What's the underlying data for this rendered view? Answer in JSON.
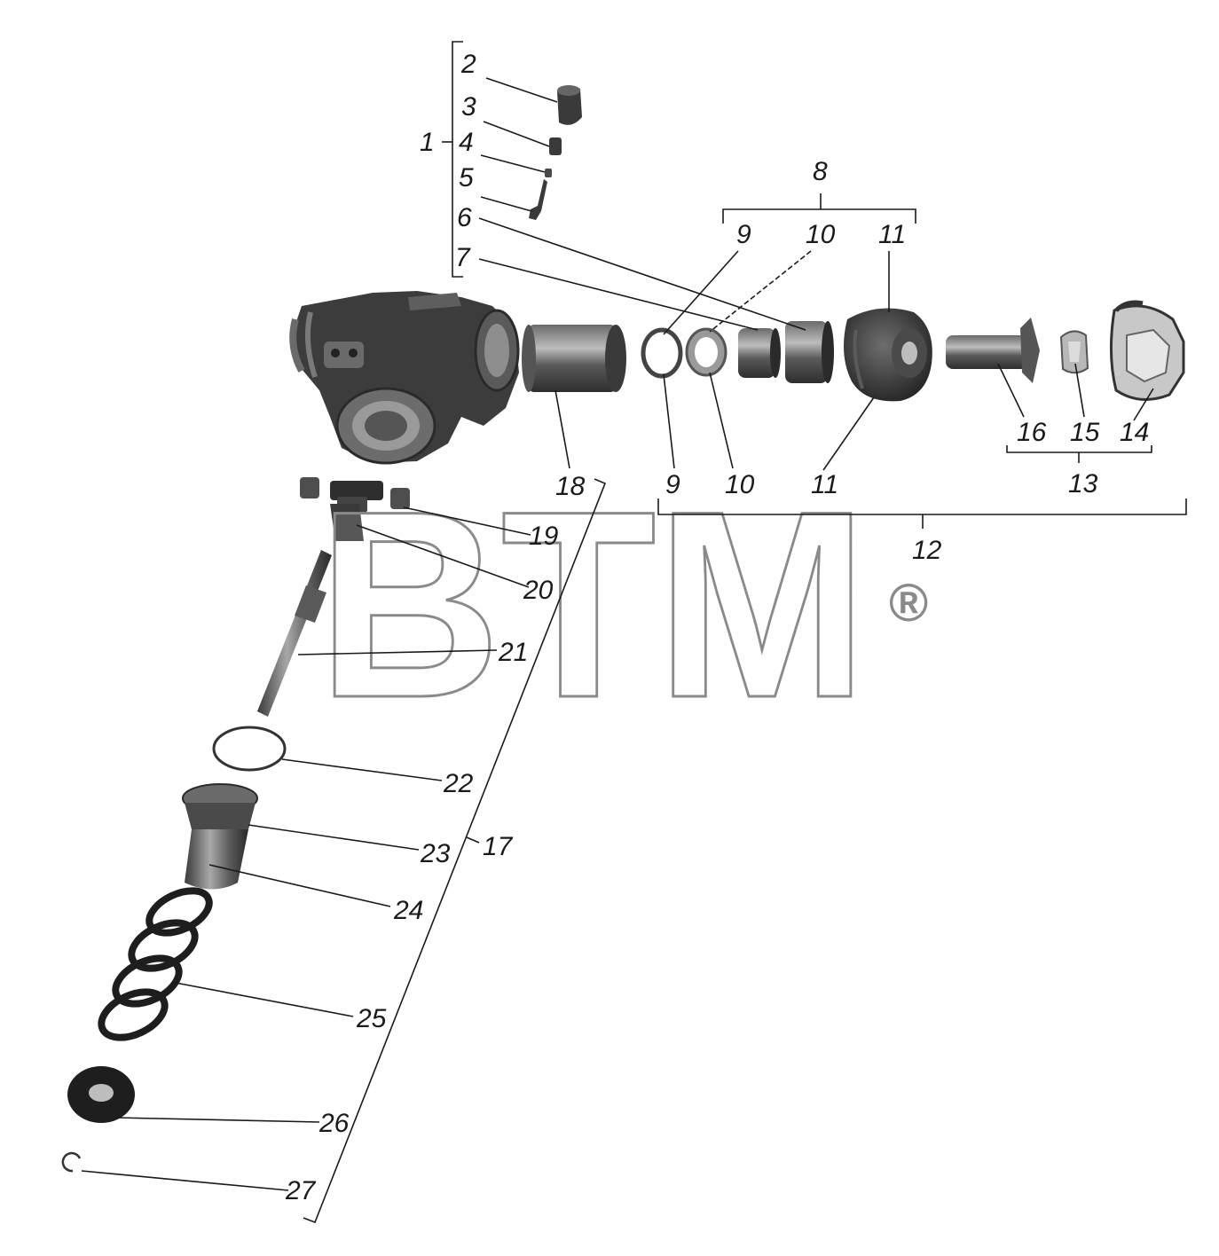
{
  "watermark": {
    "text": "BTM",
    "mark": "®"
  },
  "labels": {
    "l1": "1",
    "l2": "2",
    "l3": "3",
    "l4": "4",
    "l5": "5",
    "l6": "6",
    "l7": "7",
    "l8": "8",
    "l9a": "9",
    "l10a": "10",
    "l11a": "11",
    "l9b": "9",
    "l10b": "10",
    "l11b": "11",
    "l12": "12",
    "l13": "13",
    "l14": "14",
    "l15": "15",
    "l16": "16",
    "l17": "17",
    "l18": "18",
    "l19": "19",
    "l20": "20",
    "l21": "21",
    "l22": "22",
    "l23": "23",
    "l24": "24",
    "l25": "25",
    "l26": "26",
    "l27": "27"
  },
  "colors": {
    "part": "#4a4a4a",
    "part_dark": "#2a2a2a",
    "part_light": "#9a9a9a",
    "line": "#1a1a1a",
    "watermark": "#8a8a8a"
  }
}
